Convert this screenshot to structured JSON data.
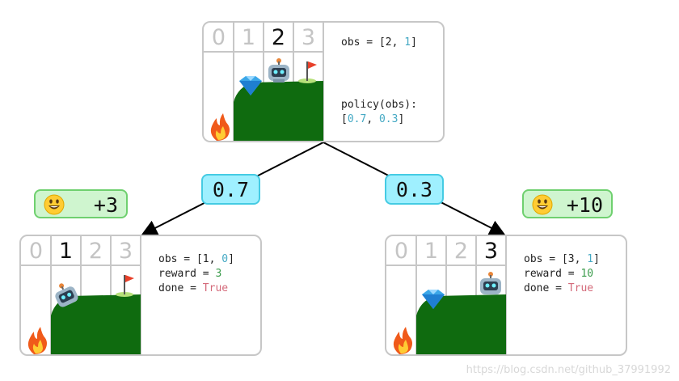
{
  "top": {
    "cells": [
      "0",
      "1",
      "2",
      "3"
    ],
    "active_cell": 2,
    "obs_label": "obs = [",
    "obs_a": "2",
    "obs_sep": ", ",
    "obs_b": "1",
    "obs_end": "]",
    "policy_label": "policy(obs):",
    "policy_open": "[",
    "policy_a": "0.7",
    "policy_sep": ", ",
    "policy_b": "0.3",
    "policy_close": "]"
  },
  "left": {
    "cells": [
      "0",
      "1",
      "2",
      "3"
    ],
    "active_cell": 1,
    "obs_label": "obs = [",
    "obs_a": "1",
    "obs_sep": ", ",
    "obs_b": "0",
    "obs_end": "]",
    "reward_label": "reward = ",
    "reward_value": "3",
    "done_label": "done = ",
    "done_value": "True"
  },
  "right": {
    "cells": [
      "0",
      "1",
      "2",
      "3"
    ],
    "active_cell": 3,
    "obs_label": "obs = [",
    "obs_a": "3",
    "obs_sep": ", ",
    "obs_b": "1",
    "obs_end": "]",
    "reward_label": "reward = ",
    "reward_value": "10",
    "done_label": "done = ",
    "done_value": "True"
  },
  "branches": {
    "left_prob": "0.7",
    "right_prob": "0.3"
  },
  "rewards": {
    "left": "+3",
    "right": "+10"
  },
  "watermark": "https://blog.csdn.net/github_37991992",
  "colors": {
    "hill": "#0f6b0f",
    "prob_fill": "#9ff0ff",
    "reward_fill": "#cff5cf"
  },
  "icons": [
    "robot-icon",
    "diamond-icon",
    "flag-icon",
    "fire-icon",
    "smiley-icon"
  ]
}
